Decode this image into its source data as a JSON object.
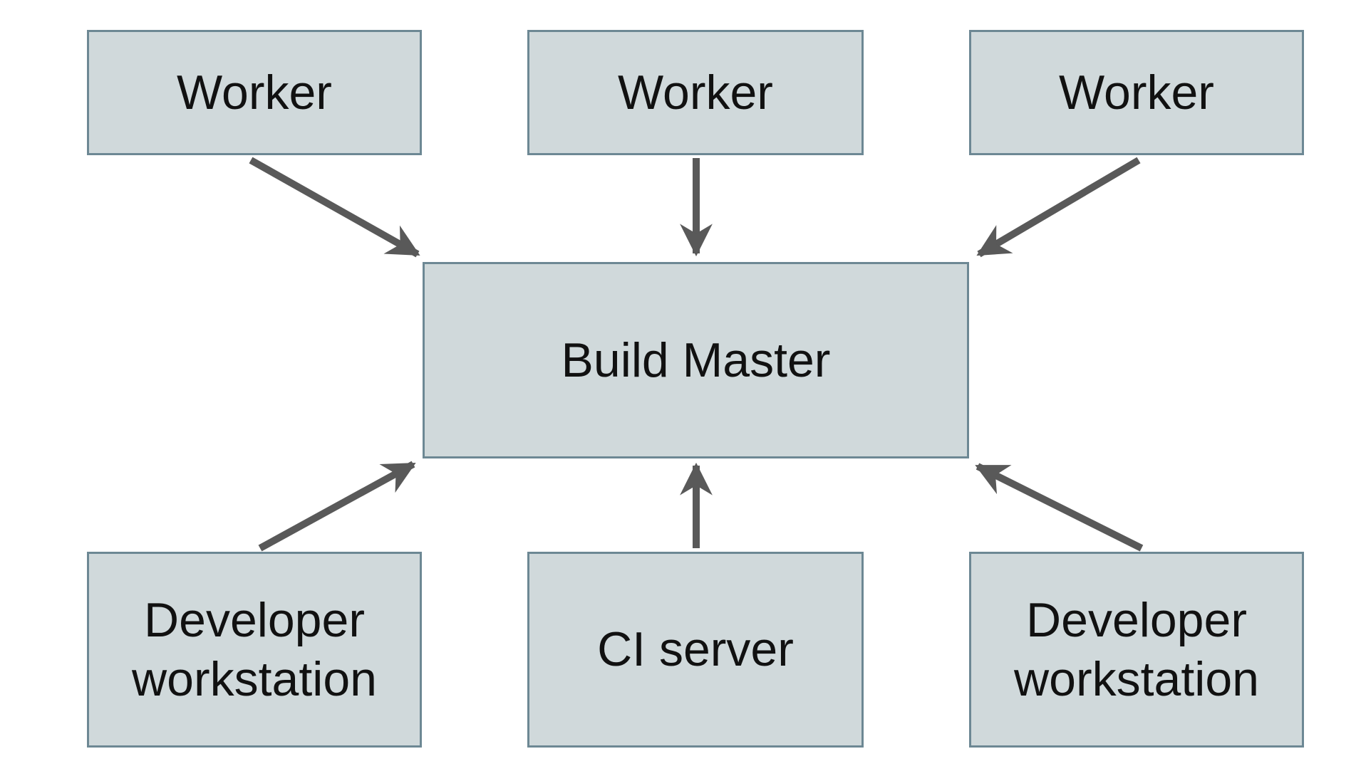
{
  "diagram": {
    "background_color": "#ffffff",
    "colors": {
      "node_fill": "#d0d9db",
      "node_border": "#6d8894",
      "arrow": "#595959",
      "label_text": "#111111"
    },
    "nodes": {
      "worker_left": {
        "label": "Worker"
      },
      "worker_middle": {
        "label": "Worker"
      },
      "worker_right": {
        "label": "Worker"
      },
      "build_master": {
        "label": "Build Master"
      },
      "dev_workstation_left": {
        "label": "Developer workstation"
      },
      "ci_server": {
        "label": "CI server"
      },
      "dev_workstation_right": {
        "label": "Developer workstation"
      }
    },
    "edges": [
      {
        "from": "worker_left",
        "to": "build_master",
        "arrowhead": "at-build-master"
      },
      {
        "from": "worker_middle",
        "to": "build_master",
        "arrowhead": "at-build-master"
      },
      {
        "from": "worker_right",
        "to": "build_master",
        "arrowhead": "at-build-master"
      },
      {
        "from": "dev_workstation_left",
        "to": "build_master",
        "arrowhead": "at-build-master"
      },
      {
        "from": "ci_server",
        "to": "build_master",
        "arrowhead": "at-build-master"
      },
      {
        "from": "dev_workstation_right",
        "to": "build_master",
        "arrowhead": "at-build-master"
      }
    ]
  }
}
